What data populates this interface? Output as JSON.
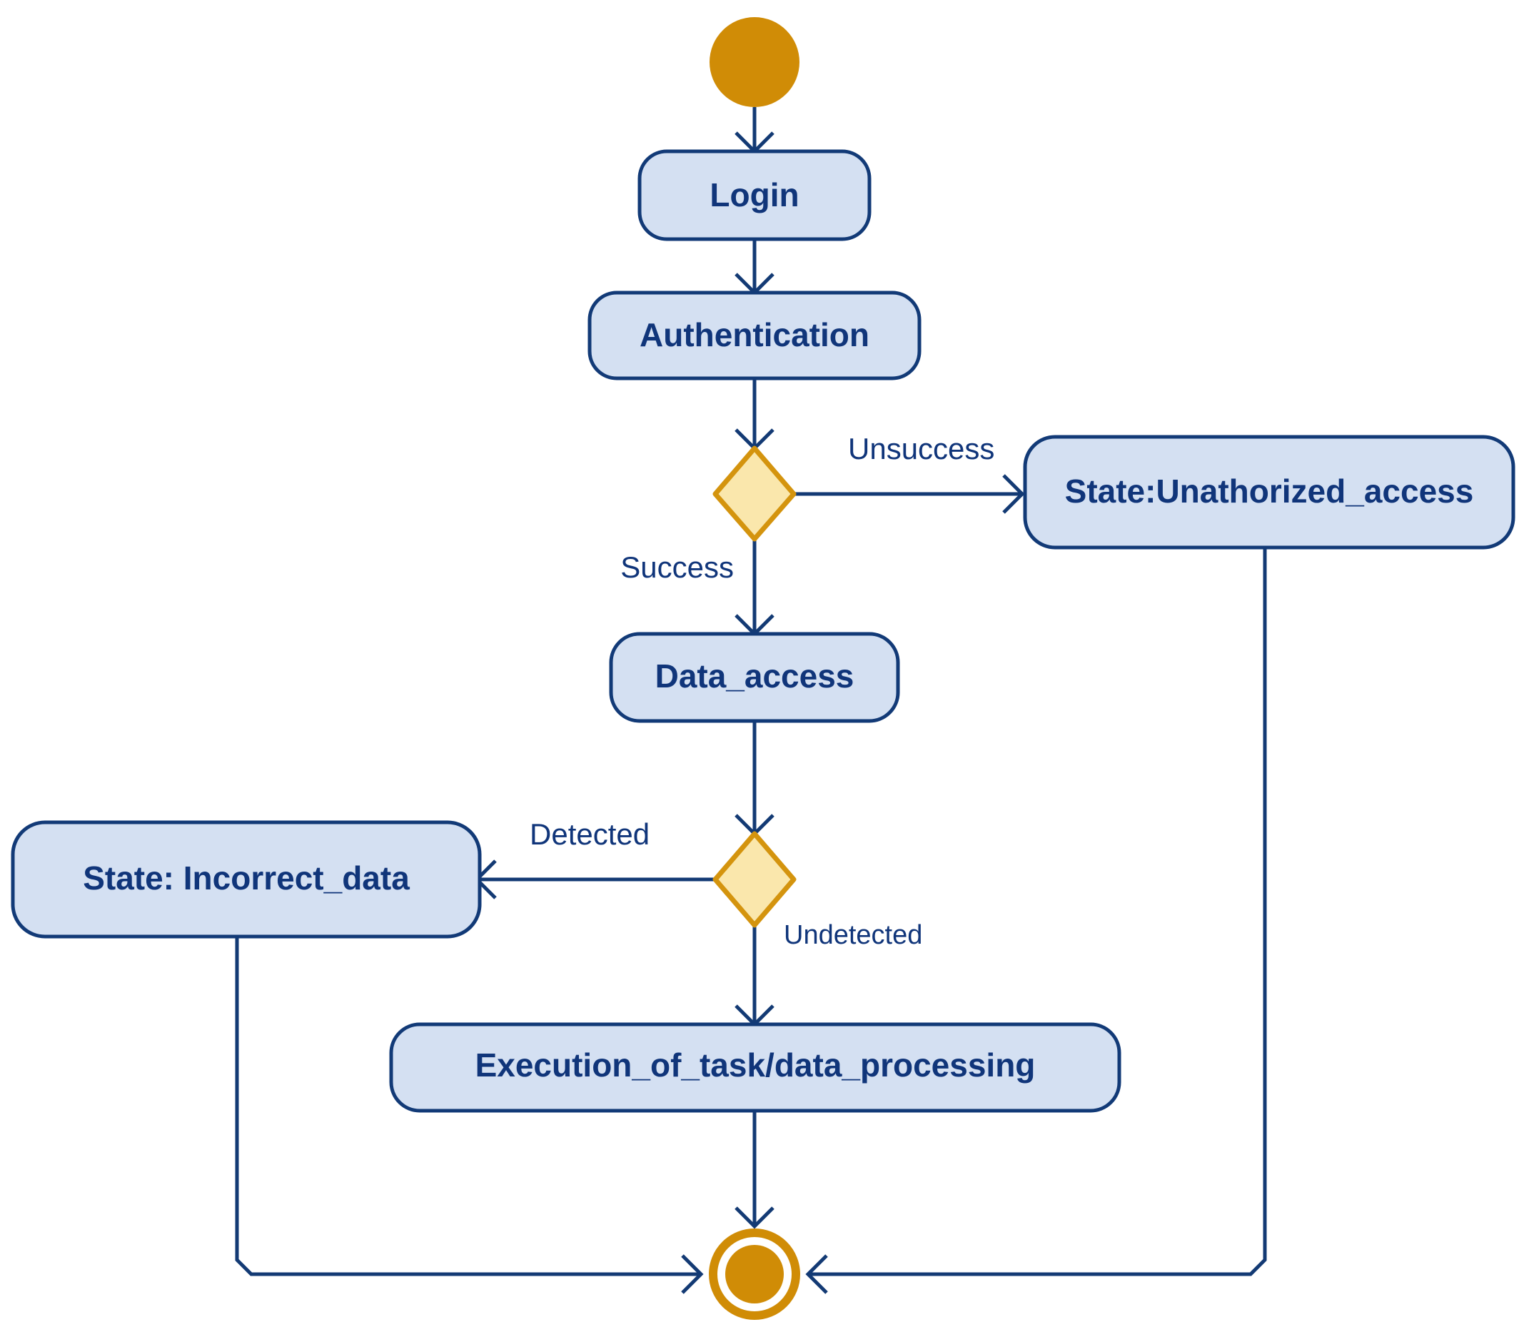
{
  "diagram": {
    "type": "uml-activity-diagram",
    "title": "",
    "colors": {
      "activity_fill": "#d4e0f2",
      "activity_stroke": "#123a77",
      "decision_fill": "#fae7ac",
      "decision_stroke": "#d4940e",
      "flow_stroke": "#133a74",
      "terminal_fill": "#d08c06",
      "label_text": "#10357a",
      "background": "#ffffff"
    },
    "nodes": [
      {
        "id": "start",
        "kind": "initial-node",
        "label": ""
      },
      {
        "id": "login",
        "kind": "activity",
        "label": "Login"
      },
      {
        "id": "authentication",
        "kind": "activity",
        "label": "Authentication"
      },
      {
        "id": "decision1",
        "kind": "decision",
        "label": ""
      },
      {
        "id": "unauthorized",
        "kind": "activity",
        "label": "State:Unathorized_access"
      },
      {
        "id": "data_access",
        "kind": "activity",
        "label": "Data_access"
      },
      {
        "id": "decision2",
        "kind": "decision",
        "label": ""
      },
      {
        "id": "incorrect_data",
        "kind": "activity",
        "label": "State: Incorrect_data"
      },
      {
        "id": "execution",
        "kind": "activity",
        "label": "Execution_of_task/data_processing"
      },
      {
        "id": "end",
        "kind": "final-node",
        "label": ""
      }
    ],
    "edges": [
      {
        "from": "start",
        "to": "login",
        "label": ""
      },
      {
        "from": "login",
        "to": "authentication",
        "label": ""
      },
      {
        "from": "authentication",
        "to": "decision1",
        "label": ""
      },
      {
        "from": "decision1",
        "to": "unauthorized",
        "label": "Unsuccess"
      },
      {
        "from": "decision1",
        "to": "data_access",
        "label": "Success"
      },
      {
        "from": "data_access",
        "to": "decision2",
        "label": ""
      },
      {
        "from": "decision2",
        "to": "incorrect_data",
        "label": "Detected"
      },
      {
        "from": "decision2",
        "to": "execution",
        "label": "Undetected"
      },
      {
        "from": "execution",
        "to": "end",
        "label": ""
      },
      {
        "from": "incorrect_data",
        "to": "end",
        "label": ""
      },
      {
        "from": "unauthorized",
        "to": "end",
        "label": ""
      }
    ]
  },
  "labels": {
    "login": "Login",
    "authentication": "Authentication",
    "unauthorized": "State:Unathorized_access",
    "data_access": "Data_access",
    "incorrect_data": "State: Incorrect_data",
    "execution": "Execution_of_task/data_processing",
    "unsuccess": "Unsuccess",
    "success": "Success",
    "detected": "Detected",
    "undetected": "Undetected"
  }
}
